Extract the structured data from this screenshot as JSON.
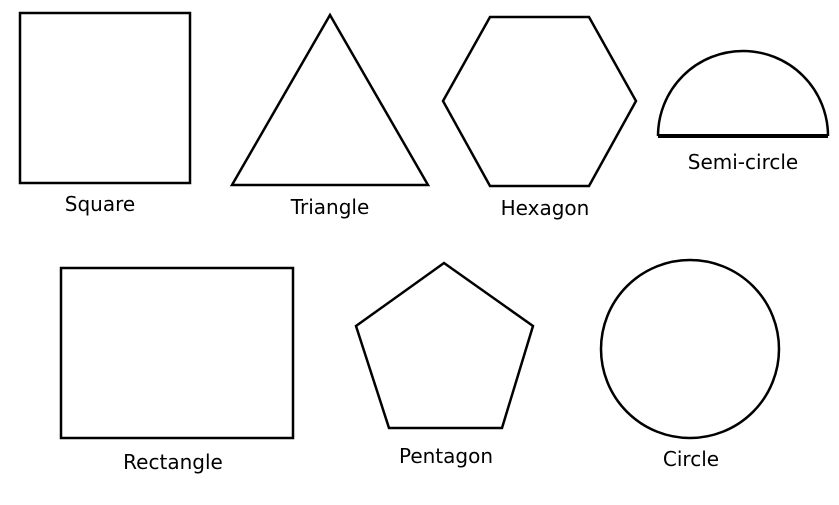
{
  "shapes": [
    {
      "id": "square",
      "label": "Square"
    },
    {
      "id": "triangle",
      "label": "Triangle"
    },
    {
      "id": "hexagon",
      "label": "Hexagon"
    },
    {
      "id": "semicircle",
      "label": "Semi-circle"
    },
    {
      "id": "rectangle",
      "label": "Rectangle"
    },
    {
      "id": "pentagon",
      "label": "Pentagon"
    },
    {
      "id": "circle",
      "label": "Circle"
    }
  ]
}
